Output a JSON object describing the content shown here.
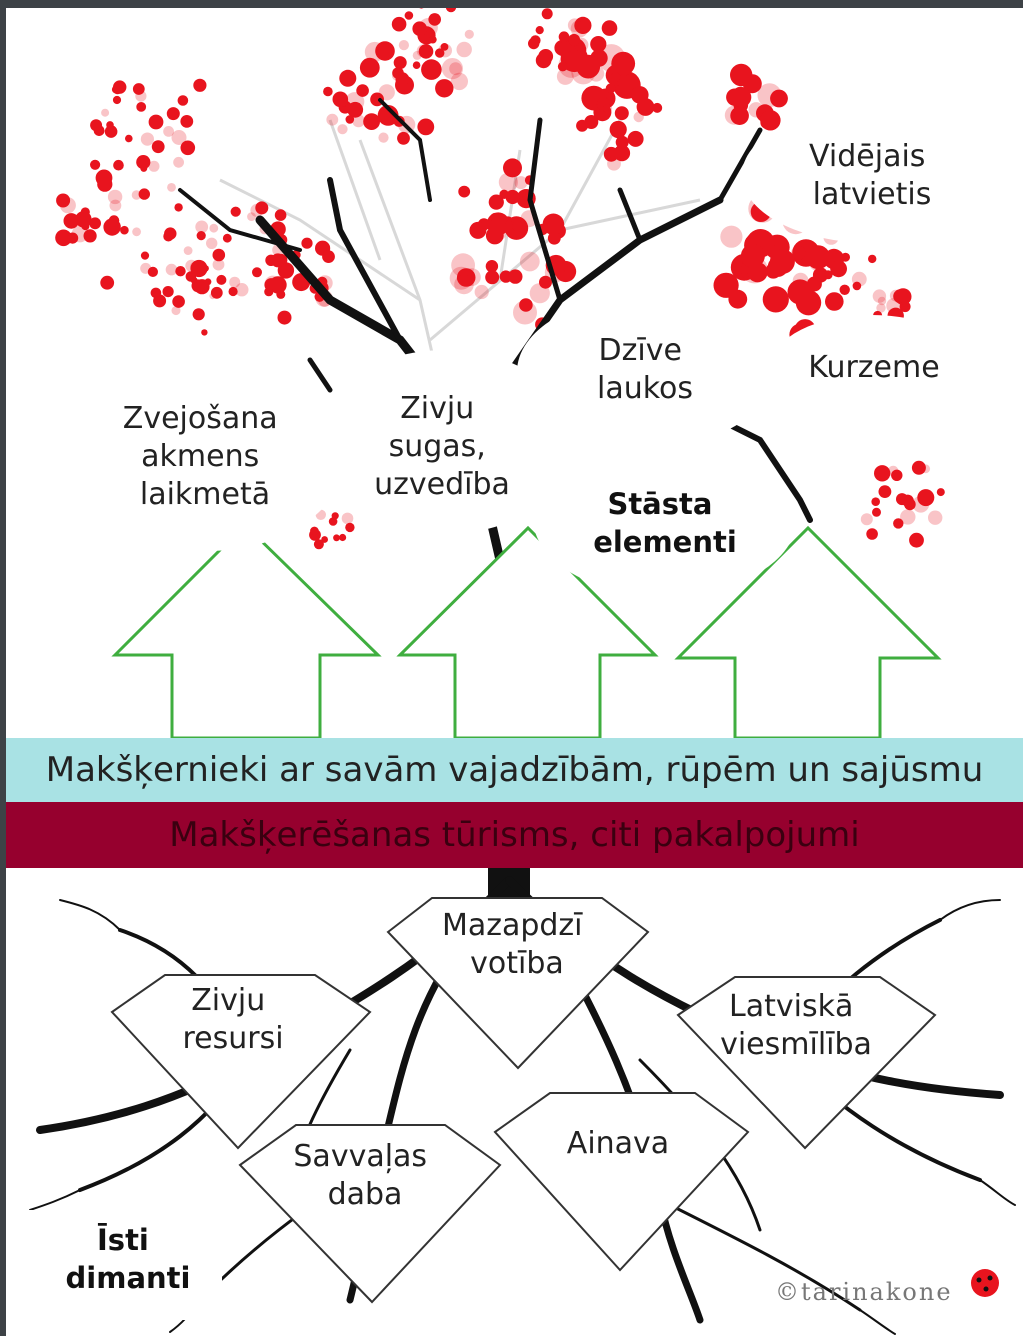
{
  "story_bubbles": {
    "stone_age_fishing": [
      "Zvejošana",
      "akmens",
      "laikmetā"
    ],
    "fish_species": [
      "Zivju",
      "sugas,",
      "uzvedība"
    ],
    "rural_life": [
      "Dzīve",
      "laukos"
    ],
    "kurzeme": [
      "Kurzeme"
    ],
    "average_latvian": [
      "Vidējais",
      "latvietis"
    ],
    "story_elements": [
      "Stāsta",
      "elementi"
    ]
  },
  "bands": {
    "needs": "Makšķernieki ar savām vajadzībām, rūpēm un sajūsmu",
    "services": "Makšķerēšanas tūrisms, citi pakalpojumi"
  },
  "diamonds": {
    "fish_resources": [
      "Zivju",
      "resursi"
    ],
    "unspoiled": [
      "Mazapdzī",
      "votība"
    ],
    "hospitality": [
      "Latviskā",
      "viesmīlība"
    ],
    "wildlife": [
      "Savvaļas",
      "daba"
    ],
    "landscape": [
      "Ainava"
    ],
    "true_diamonds": [
      "Īsti",
      "dimanti"
    ]
  },
  "copyright": "©tarinakone",
  "colors": {
    "berry_red": "#e8141e",
    "arrow_green": "#3fae3f",
    "needs_band": "#a9e2e4",
    "services_band": "#96002e",
    "branch": "#111111"
  }
}
